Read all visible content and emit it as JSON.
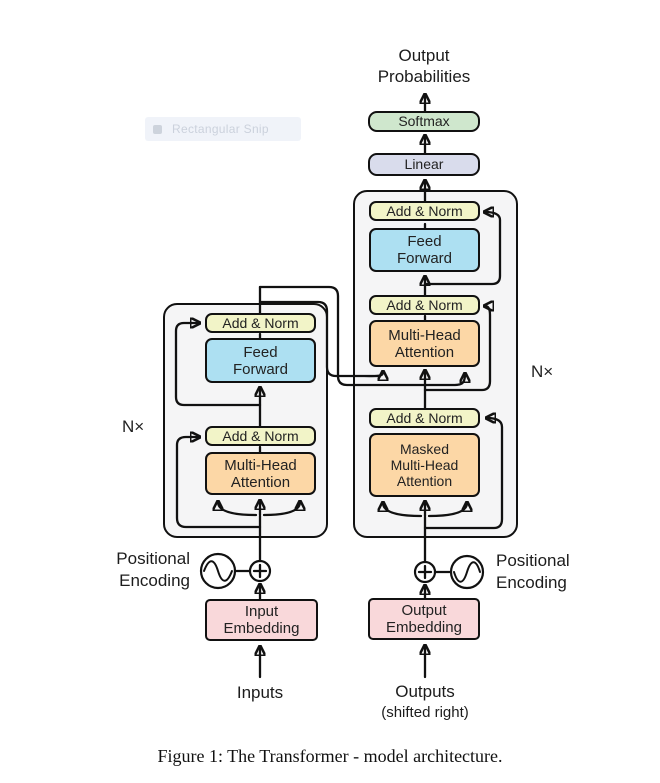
{
  "snip_tooltip": {
    "text": "Rectangular Snip"
  },
  "diagram": {
    "output_probabilities": "Output Probabilities",
    "softmax": "Softmax",
    "linear": "Linear",
    "add_norm": "Add & Norm",
    "feed_forward": "Feed Forward",
    "multi_head_attention": "Multi-Head Attention",
    "masked_multi_head_attention": "Masked Multi-Head Attention",
    "input_embedding": "Input Embedding",
    "output_embedding": "Output Embedding",
    "positional_encoding": "Positional Encoding",
    "n_stack_label": "N×",
    "inputs": "Inputs",
    "outputs": "Outputs",
    "outputs_note": "(shifted right)"
  },
  "caption": "Figure 1: The Transformer - model architecture.",
  "colors": {
    "softmax_fill": "#cfe7cd",
    "linear_fill": "#d9dcec",
    "add_norm_fill": "#f2f4c8",
    "feed_forward_fill": "#ade0f2",
    "attention_fill": "#fcd7a6",
    "embedding_fill": "#f9d8da",
    "stack_fill": "#f5f5f6",
    "line_color": "#111111",
    "tooltip_bg": "#eef2f8",
    "tooltip_text": "#c3cad7"
  }
}
